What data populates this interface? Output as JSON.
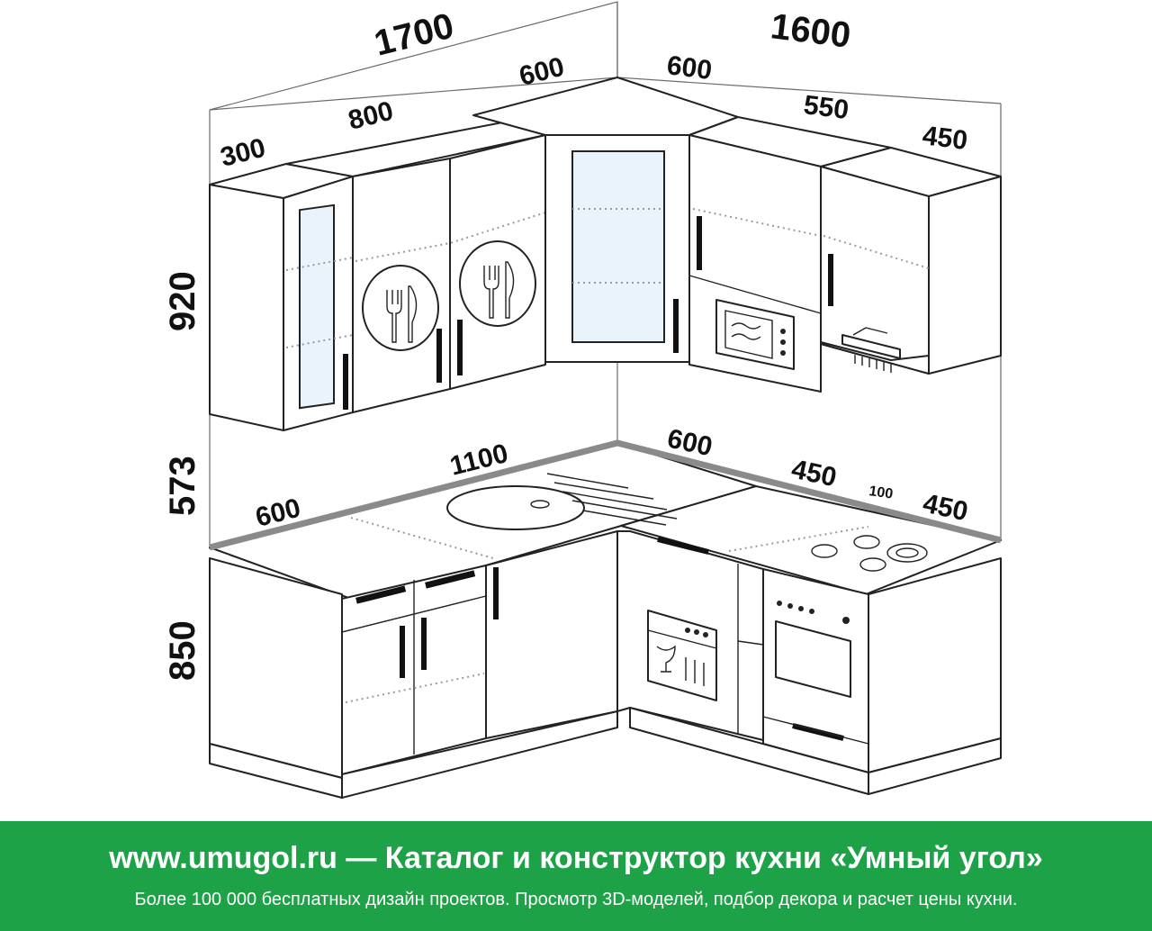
{
  "dimensions": {
    "upper_total_left": "1700",
    "upper_total_right": "1600",
    "upper_300": "300",
    "upper_800": "800",
    "upper_corner_left": "600",
    "upper_corner_right": "600",
    "upper_550": "550",
    "upper_450": "450",
    "height_upper": "920",
    "height_gap": "573",
    "height_base": "850",
    "counter_600_left": "600",
    "counter_1100": "1100",
    "counter_600_corner": "600",
    "counter_450_a": "450",
    "counter_100": "100",
    "counter_450_b": "450"
  },
  "footer": {
    "title": "www.umugol.ru  —  Каталог и конструктор кухни «Умный угол»",
    "subtitle": "Более 100 000 бесплатных дизайн проектов. Просмотр 3D-моделей, подбор декора и расчет цены кухни."
  },
  "colors": {
    "footer_bg": "#1da247",
    "countertop_edge": "#8a8a8a",
    "line": "#222222"
  },
  "icons": [
    "fork-knife-icon",
    "microwave-icon",
    "range-hood-icon",
    "dishwasher-icon",
    "oven-icon",
    "cooktop-icon",
    "sink-icon"
  ]
}
